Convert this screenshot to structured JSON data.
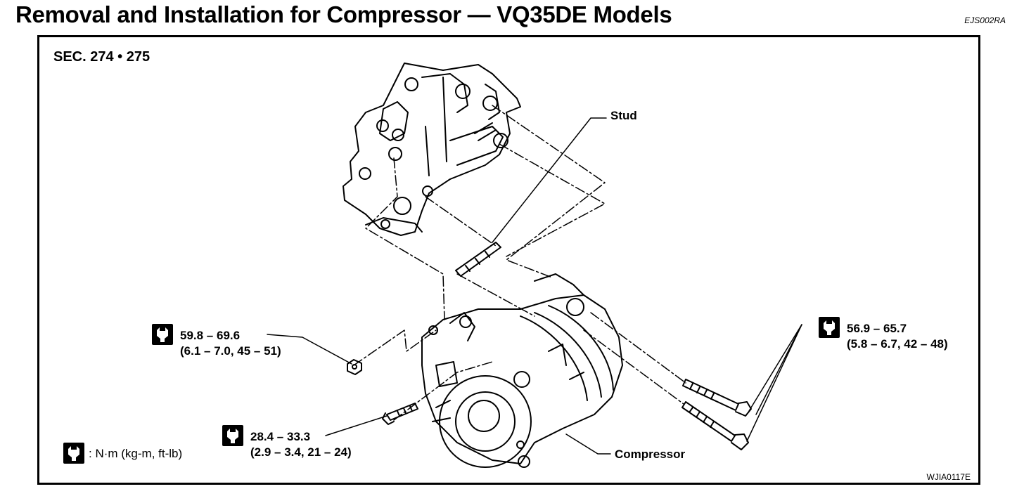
{
  "title": "Removal and Installation for Compressor — VQ35DE Models",
  "doc_code": "EJS002RA",
  "figure": {
    "section": "SEC. 274 • 275",
    "figure_code": "WJIA0117E",
    "labels": {
      "stud": "Stud",
      "compressor": "Compressor"
    },
    "torques": [
      {
        "value": "59.8 – 69.6",
        "alt": "(6.1 – 7.0, 45 – 51)"
      },
      {
        "value": "28.4 – 33.3",
        "alt": "(2.9 – 3.4, 21 – 24)"
      },
      {
        "value": "56.9 – 65.7",
        "alt": "(5.8 – 6.7, 42 – 48)"
      }
    ],
    "legend": ": N·m (kg-m, ft-lb)",
    "icons": [
      "torque-wrench-icon"
    ]
  }
}
